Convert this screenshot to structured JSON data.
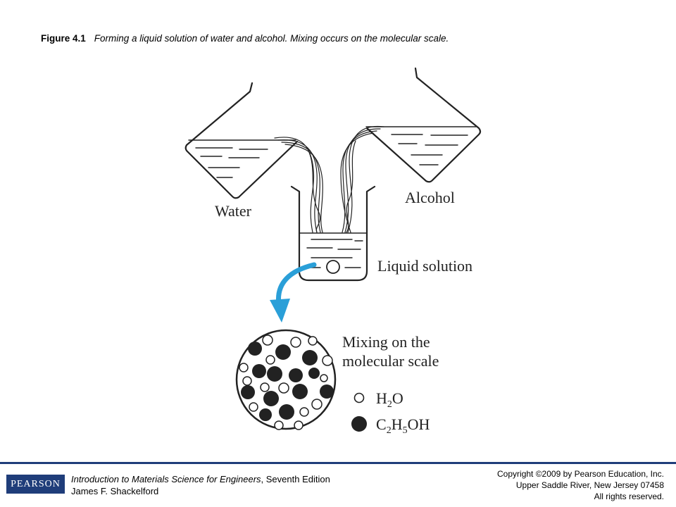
{
  "caption": {
    "figure_number": "Figure 4.1",
    "text": "Forming a liquid solution of water and alcohol. Mixing occurs on the molecular scale."
  },
  "diagram": {
    "labels": {
      "water": "Water",
      "alcohol": "Alcohol",
      "liquid_solution": "Liquid solution",
      "mixing_line1": "Mixing on the",
      "mixing_line2": "molecular scale"
    },
    "legend": {
      "h2o": {
        "base": "H",
        "sub1": "2",
        "rest": "O"
      },
      "ethanol": {
        "c": "C",
        "sub1": "2",
        "h": "H",
        "sub2": "5",
        "rest": "OH"
      }
    },
    "colors": {
      "arrow": "#2a9fd8",
      "ink": "#222222"
    }
  },
  "footer": {
    "publisher_logo": "PEARSON",
    "book_title": "Introduction to Materials Science for Engineers",
    "edition": ", Seventh Edition",
    "author": "James F. Shackelford",
    "copyright": "Copyright ©2009 by Pearson Education, Inc.",
    "address": "Upper Saddle River, New Jersey 07458",
    "rights": "All rights reserved."
  }
}
